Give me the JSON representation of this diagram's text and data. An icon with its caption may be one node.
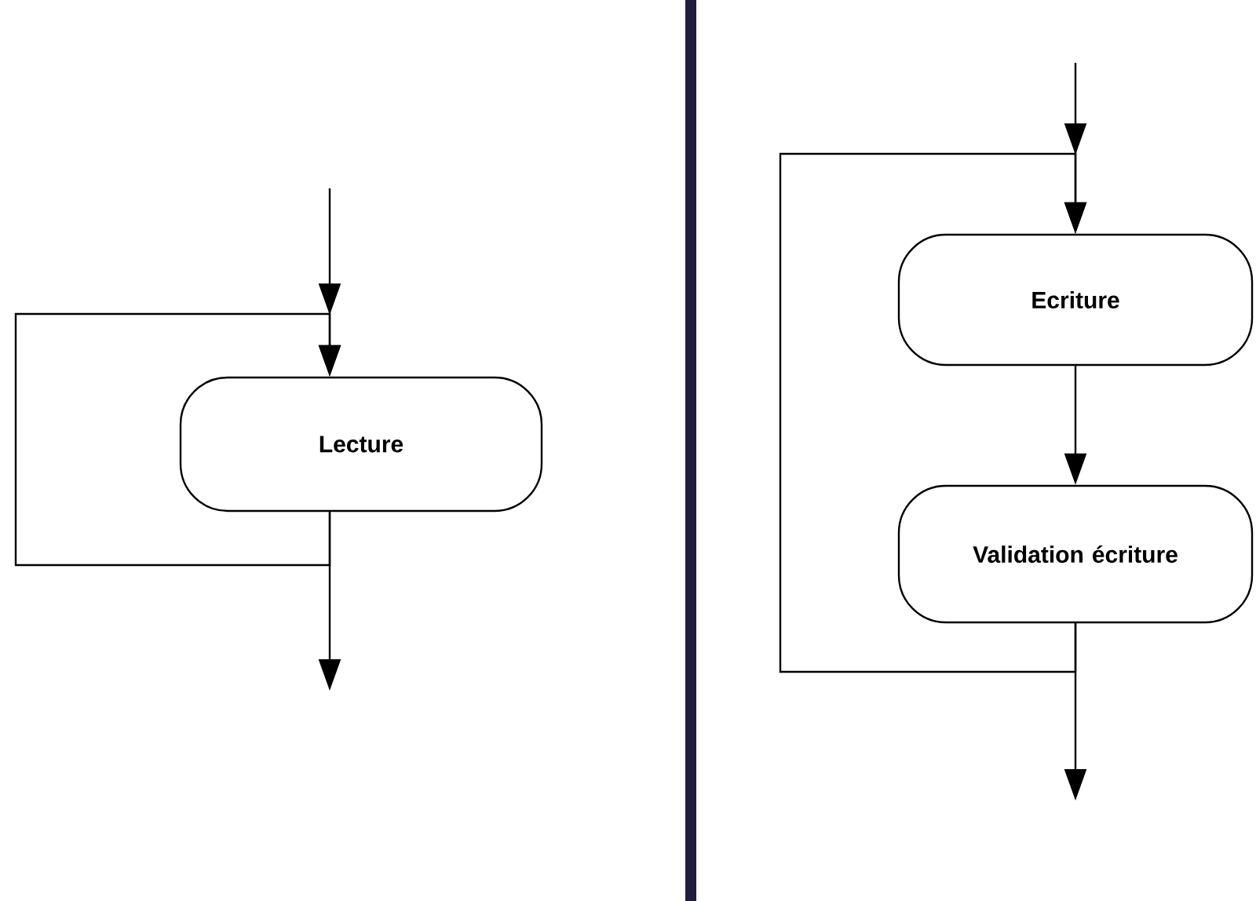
{
  "diagram": {
    "nodes": [
      {
        "text": [
          "Lecture"
        ]
      },
      {
        "text": [
          "Ecriture"
        ]
      },
      {
        "text": [
          "Validation écriture"
        ]
      }
    ],
    "edges": [
      {
        "from": null,
        "to": 0,
        "arrow": "to"
      },
      {
        "from": 0,
        "to": 0,
        "arrow": "to"
      },
      {
        "from": 0,
        "to": null,
        "arrow": "to"
      },
      {
        "from": null,
        "to": 1,
        "arrow": "to"
      },
      {
        "from": 1,
        "to": 2,
        "arrow": "to"
      },
      {
        "from": 2,
        "to": 1,
        "arrow": "to"
      },
      {
        "from": 2,
        "to": null,
        "arrow": "to"
      }
    ]
  }
}
